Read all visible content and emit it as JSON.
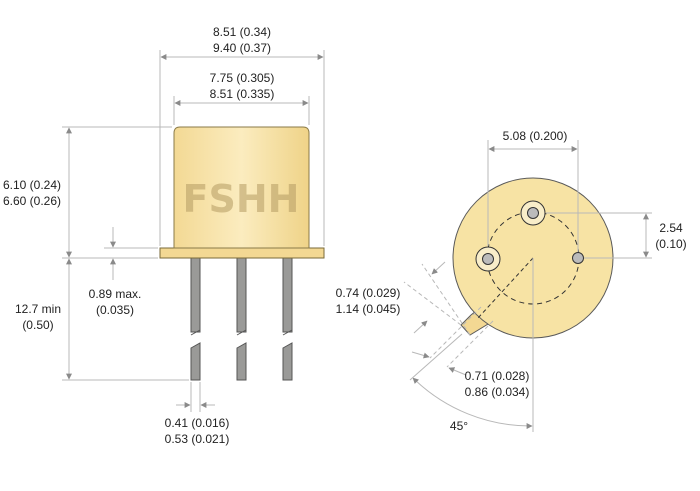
{
  "watermark": "FSHH",
  "colors": {
    "body": "#f7e3a4",
    "body_edge": "#d2b768",
    "flange": "#f3d893",
    "lead": "#9a9a98",
    "lead_edge": "#555555",
    "dim_line": "#b8b8b8",
    "text": "#222222"
  },
  "dimensions": {
    "flange_width": {
      "min": "8.51 (0.34)",
      "max": "9.40 (0.37)"
    },
    "cap_width": {
      "min": "7.75 (0.305)",
      "max": "8.51 (0.335)"
    },
    "cap_height": {
      "min": "6.10 (0.24)",
      "max": "6.60 (0.26)"
    },
    "flange_thickness": {
      "line1": "0.89 max.",
      "line2": "(0.035)"
    },
    "lead_length": {
      "line1": "12.7 min",
      "line2": "(0.50)"
    },
    "lead_diameter": {
      "min": "0.41 (0.016)",
      "max": "0.53 (0.021)"
    },
    "pin_circle": {
      "value": "5.08 (0.200)"
    },
    "pin_offset": {
      "line1": "2.54",
      "line2": "(0.10)"
    },
    "tab_width": {
      "min": "0.74 (0.029)",
      "max": "1.14 (0.045)"
    },
    "tab_length": {
      "min": "0.71 (0.028)",
      "max": "0.86 (0.034)"
    },
    "tab_angle": "45°"
  }
}
